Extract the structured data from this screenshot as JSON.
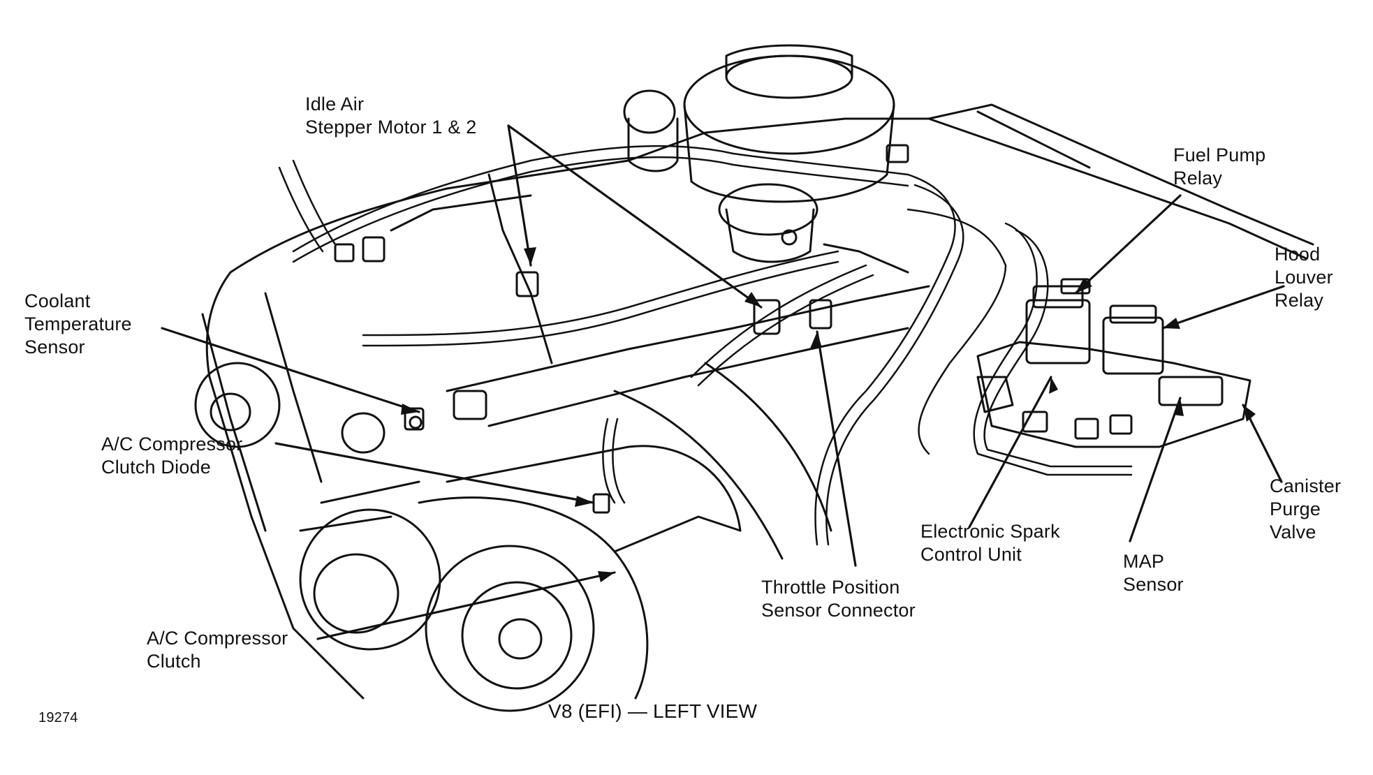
{
  "figure": {
    "number": "19274",
    "caption": "V8 (EFI) — LEFT VIEW"
  },
  "labels": {
    "idle_air": [
      "Idle Air",
      "Stepper Motor 1 & 2"
    ],
    "coolant": [
      "Coolant",
      "Temperature",
      "Sensor"
    ],
    "ac_diode": [
      "A/C Compressor",
      "Clutch Diode"
    ],
    "ac_clutch": [
      "A/C Compressor",
      "Clutch"
    ],
    "throttle": [
      "Throttle Position",
      "Sensor Connector"
    ],
    "esc": [
      "Electronic Spark",
      "Control Unit"
    ],
    "fuel_pump": [
      "Fuel Pump",
      "Relay"
    ],
    "hood_louver": [
      "Hood",
      "Louver",
      "Relay"
    ],
    "canister": [
      "Canister",
      "Purge",
      "Valve"
    ],
    "map": [
      "MAP",
      "Sensor"
    ]
  },
  "colors": {
    "ink": "#111111",
    "paper": "#ffffff"
  }
}
